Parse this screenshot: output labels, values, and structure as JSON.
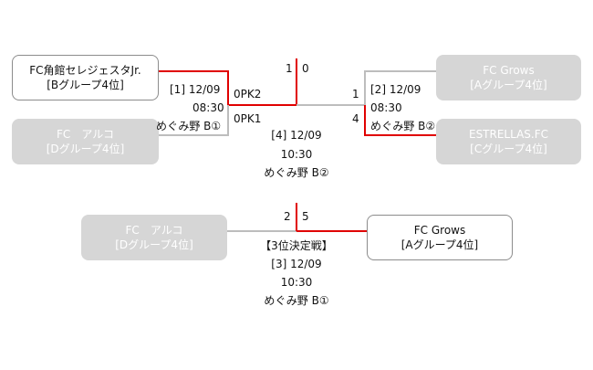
{
  "colors": {
    "win_line": "#e00000",
    "lose_line": "#bdbdbd",
    "lose_box": "#d6d6d6",
    "win_box_border": "#8c8c8c"
  },
  "teams": {
    "left_top": {
      "name": "FC角館セレジェスタJr.",
      "group": "[Bグループ4位]"
    },
    "left_bottom": {
      "name": "FC　アルコ",
      "group": "[Dグループ4位]"
    },
    "right_top": {
      "name": "FC Grows",
      "group": "[Aグループ4位]"
    },
    "right_bottom": {
      "name": "ESTRELLAS.FC",
      "group": "[Cグループ4位]"
    },
    "third_left": {
      "name": "FC　アルコ",
      "group": "[Dグループ4位]"
    },
    "third_right": {
      "name": "FC Grows",
      "group": "[Aグループ4位]"
    }
  },
  "match1": {
    "label": "[1] 12/09",
    "time": "08:30",
    "venue": "めぐみ野 B①",
    "score_top": "0PK2",
    "score_bottom": "0PK1"
  },
  "match2": {
    "label": "[2] 12/09",
    "time": "08:30",
    "venue": "めぐみ野 B②",
    "score_top": "1",
    "score_bottom": "4"
  },
  "final": {
    "score_left": "1",
    "score_right": "0",
    "label": "[4] 12/09",
    "time": "10:30",
    "venue": "めぐみ野 B②"
  },
  "third": {
    "score_left": "2",
    "score_right": "5",
    "title": "【3位決定戦】",
    "label": "[3] 12/09",
    "time": "10:30",
    "venue": "めぐみ野 B①"
  }
}
